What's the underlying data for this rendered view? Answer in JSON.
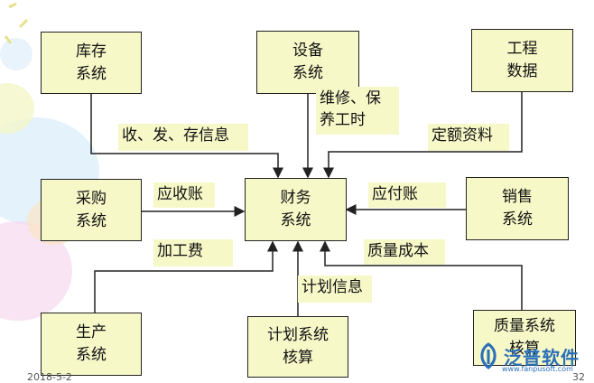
{
  "boxes": {
    "inventory": "库存\n系统",
    "equipment": "设备\n系统",
    "engineering": "工程\n数据",
    "purchasing": "采购\n系统",
    "finance": "财务\n系统",
    "sales": "销售\n系统",
    "production": "生产\n系统",
    "planning": "计划系统\n核算",
    "quality": "质量系统\n核算"
  },
  "labels": {
    "inv_info": "收、发、存信息",
    "maintenance": "维修、保\n养工时",
    "quota": "定额资料",
    "receivable": "应收账",
    "payable": "应付账",
    "processing_fee": "加工费",
    "quality_cost": "质量成本",
    "plan_info": "计划信息"
  },
  "footer": {
    "date": "2018-5-2",
    "page": "32"
  },
  "watermark": {
    "text": "泛普软件",
    "url": "www.fanpusoft.com"
  },
  "colors": {
    "box_fill": "#f7f8c8",
    "line": "#222222",
    "watermark": "#2a6fb8"
  }
}
